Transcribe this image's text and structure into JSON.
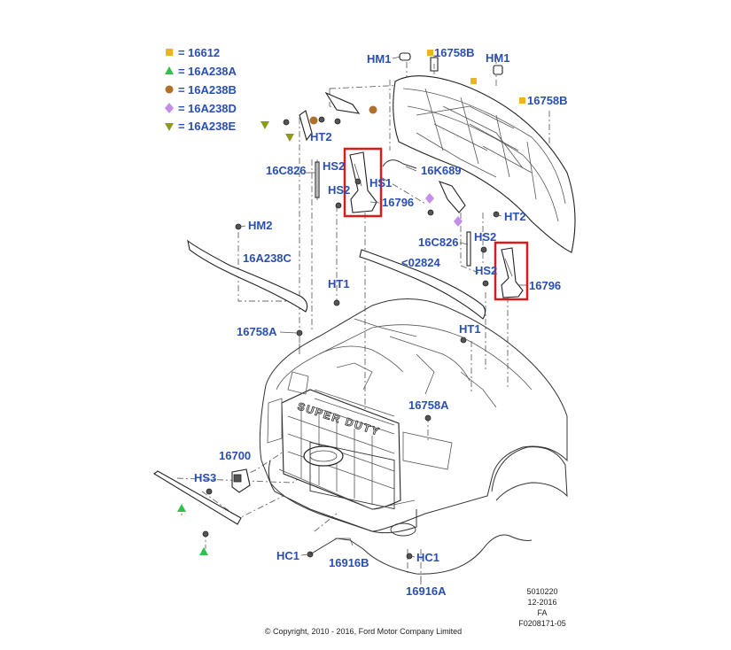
{
  "legend": [
    {
      "code": "16612",
      "marker": "square",
      "color": "#f2b21c"
    },
    {
      "code": "16A238A",
      "marker": "triangle-up",
      "color": "#2ec24a"
    },
    {
      "code": "16A238B",
      "marker": "circle",
      "color": "#b06f2a"
    },
    {
      "code": "16A238D",
      "marker": "diamond",
      "color": "#c38ee8"
    },
    {
      "code": "16A238E",
      "marker": "triangle-down",
      "color": "#8c9a1e"
    }
  ],
  "legend_separator": "=",
  "callouts": {
    "hm1_left": "HM1",
    "p16758b_top": "16758B",
    "hm1_right": "HM1",
    "p16758b_right": "16758B",
    "ht2_top": "HT2",
    "p16c826_left": "16C826",
    "hs2_a": "HS2",
    "hs1": "HS1",
    "p16k689": "16K689",
    "hs2_b": "HS2",
    "p16796_left": "16796",
    "ht2_right": "HT2",
    "hm2": "HM2",
    "p16c826_right": "16C826",
    "hs2_c": "HS2",
    "p16a238c": "16A238C",
    "p02824": "<02824",
    "hs2_d": "HS2",
    "p16796_right": "16796",
    "ht1_left": "HT1",
    "p16758a_left": "16758A",
    "ht1_right": "HT1",
    "p16758a_center": "16758A",
    "p16700": "16700",
    "hs3": "HS3",
    "hc1_left": "HC1",
    "hc1_right": "HC1",
    "p16916b": "16916B",
    "p16916a": "16916A"
  },
  "brand_text": "SUPER DUTY",
  "doc_info": [
    "5010220",
    "12-2016",
    "FA",
    "F0208171-05"
  ],
  "copyright": "© Copyright, 2010 - 2016, Ford Motor Company Limited",
  "highlight_color": "#d81b1b"
}
